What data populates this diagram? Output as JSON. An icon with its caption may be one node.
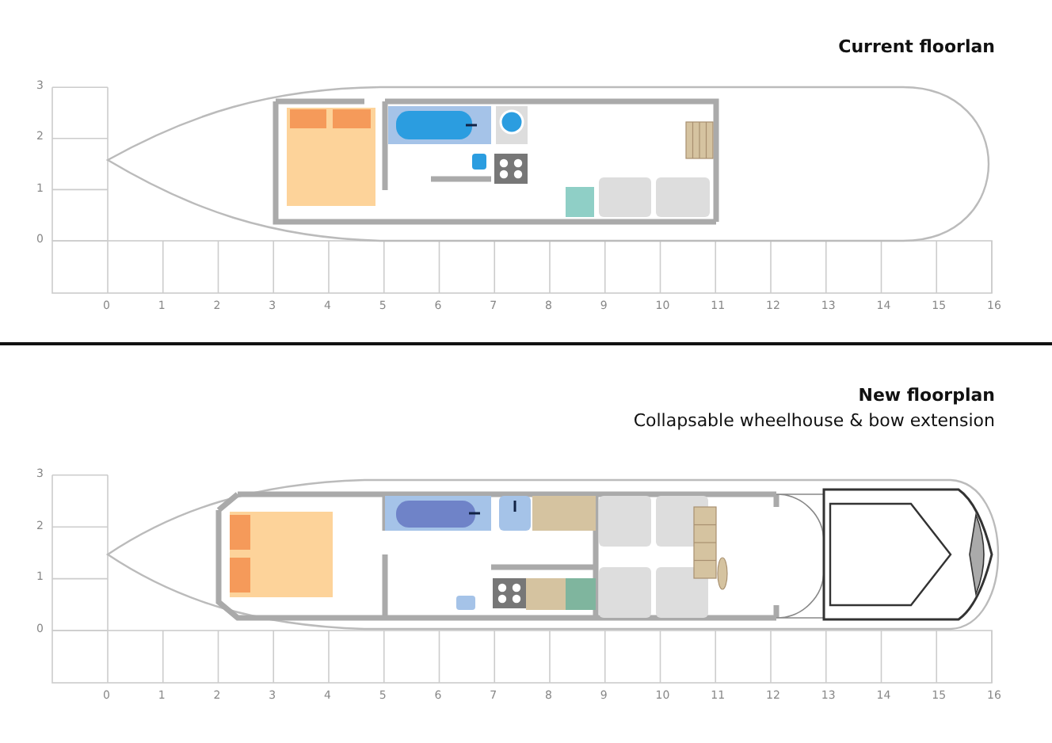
{
  "diagram": {
    "labels": [
      "Current floorlan",
      "3",
      "2",
      "1",
      "0",
      "0",
      "1",
      "2",
      "3",
      "4",
      "5",
      "6",
      "7",
      "8",
      "9",
      "10",
      "11",
      "12",
      "13",
      "14",
      "15",
      "16",
      "New floorplan",
      "Collapsable wheelhouse & bow extension",
      "3",
      "2",
      "1",
      "0",
      "0",
      "1",
      "2",
      "3",
      "4",
      "5",
      "6",
      "7",
      "8",
      "9",
      "10",
      "11",
      "12",
      "13",
      "14",
      "15",
      "16"
    ]
  }
}
